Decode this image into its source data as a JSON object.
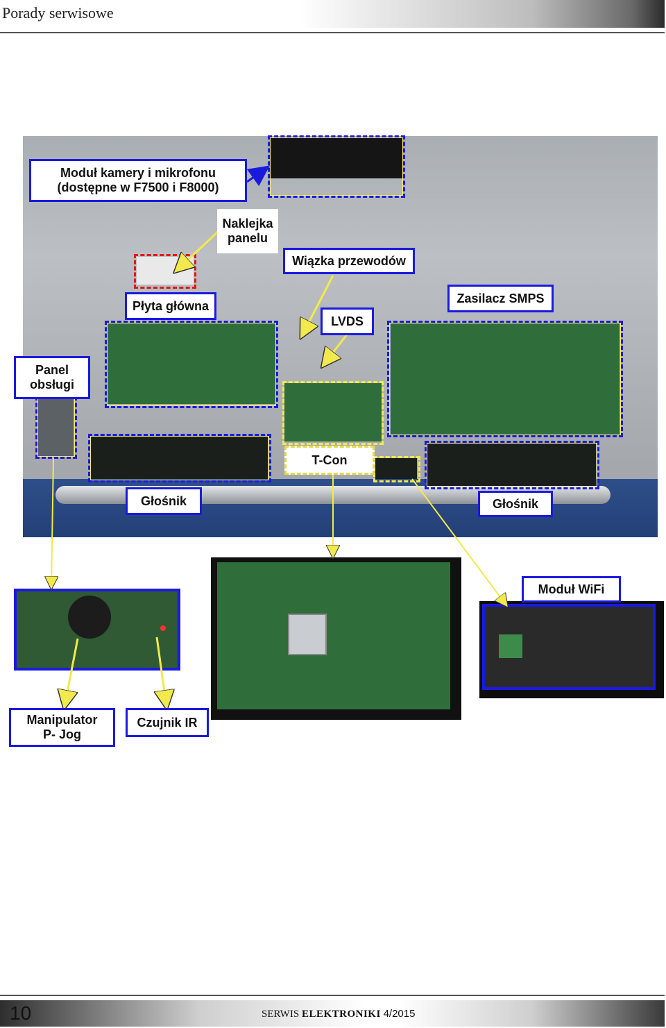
{
  "header": {
    "title": "Porady serwisowe"
  },
  "labels": {
    "camera_module": "Moduł kamery i mikrofonu\n(dostępne w F7500 i F8000)",
    "panel_sticker": "Naklejka\npanelu",
    "wire_harness": "Wiązka przewodów",
    "main_board": "Płyta główna",
    "lvds": "LVDS",
    "smps": "Zasilacz SMPS",
    "control_panel": "Panel\nobsługi",
    "tcon": "T-Con",
    "speaker_left": "Głośnik",
    "speaker_right": "Głośnik",
    "wifi_module": "Moduł WiFi",
    "jog": "Manipulator\nP- Jog",
    "ir_sensor": "Czujnik IR"
  },
  "colors": {
    "label_border": "#1a1adf",
    "arrow_yellow": "#f2e94d",
    "arrow_blue": "#1a1adf",
    "marker_red": "#e01717"
  },
  "footer": {
    "page_number": "10",
    "magazine_prefix": "SERWIS",
    "magazine_name": "ELEKTRONIKI",
    "issue": "4/2015"
  }
}
